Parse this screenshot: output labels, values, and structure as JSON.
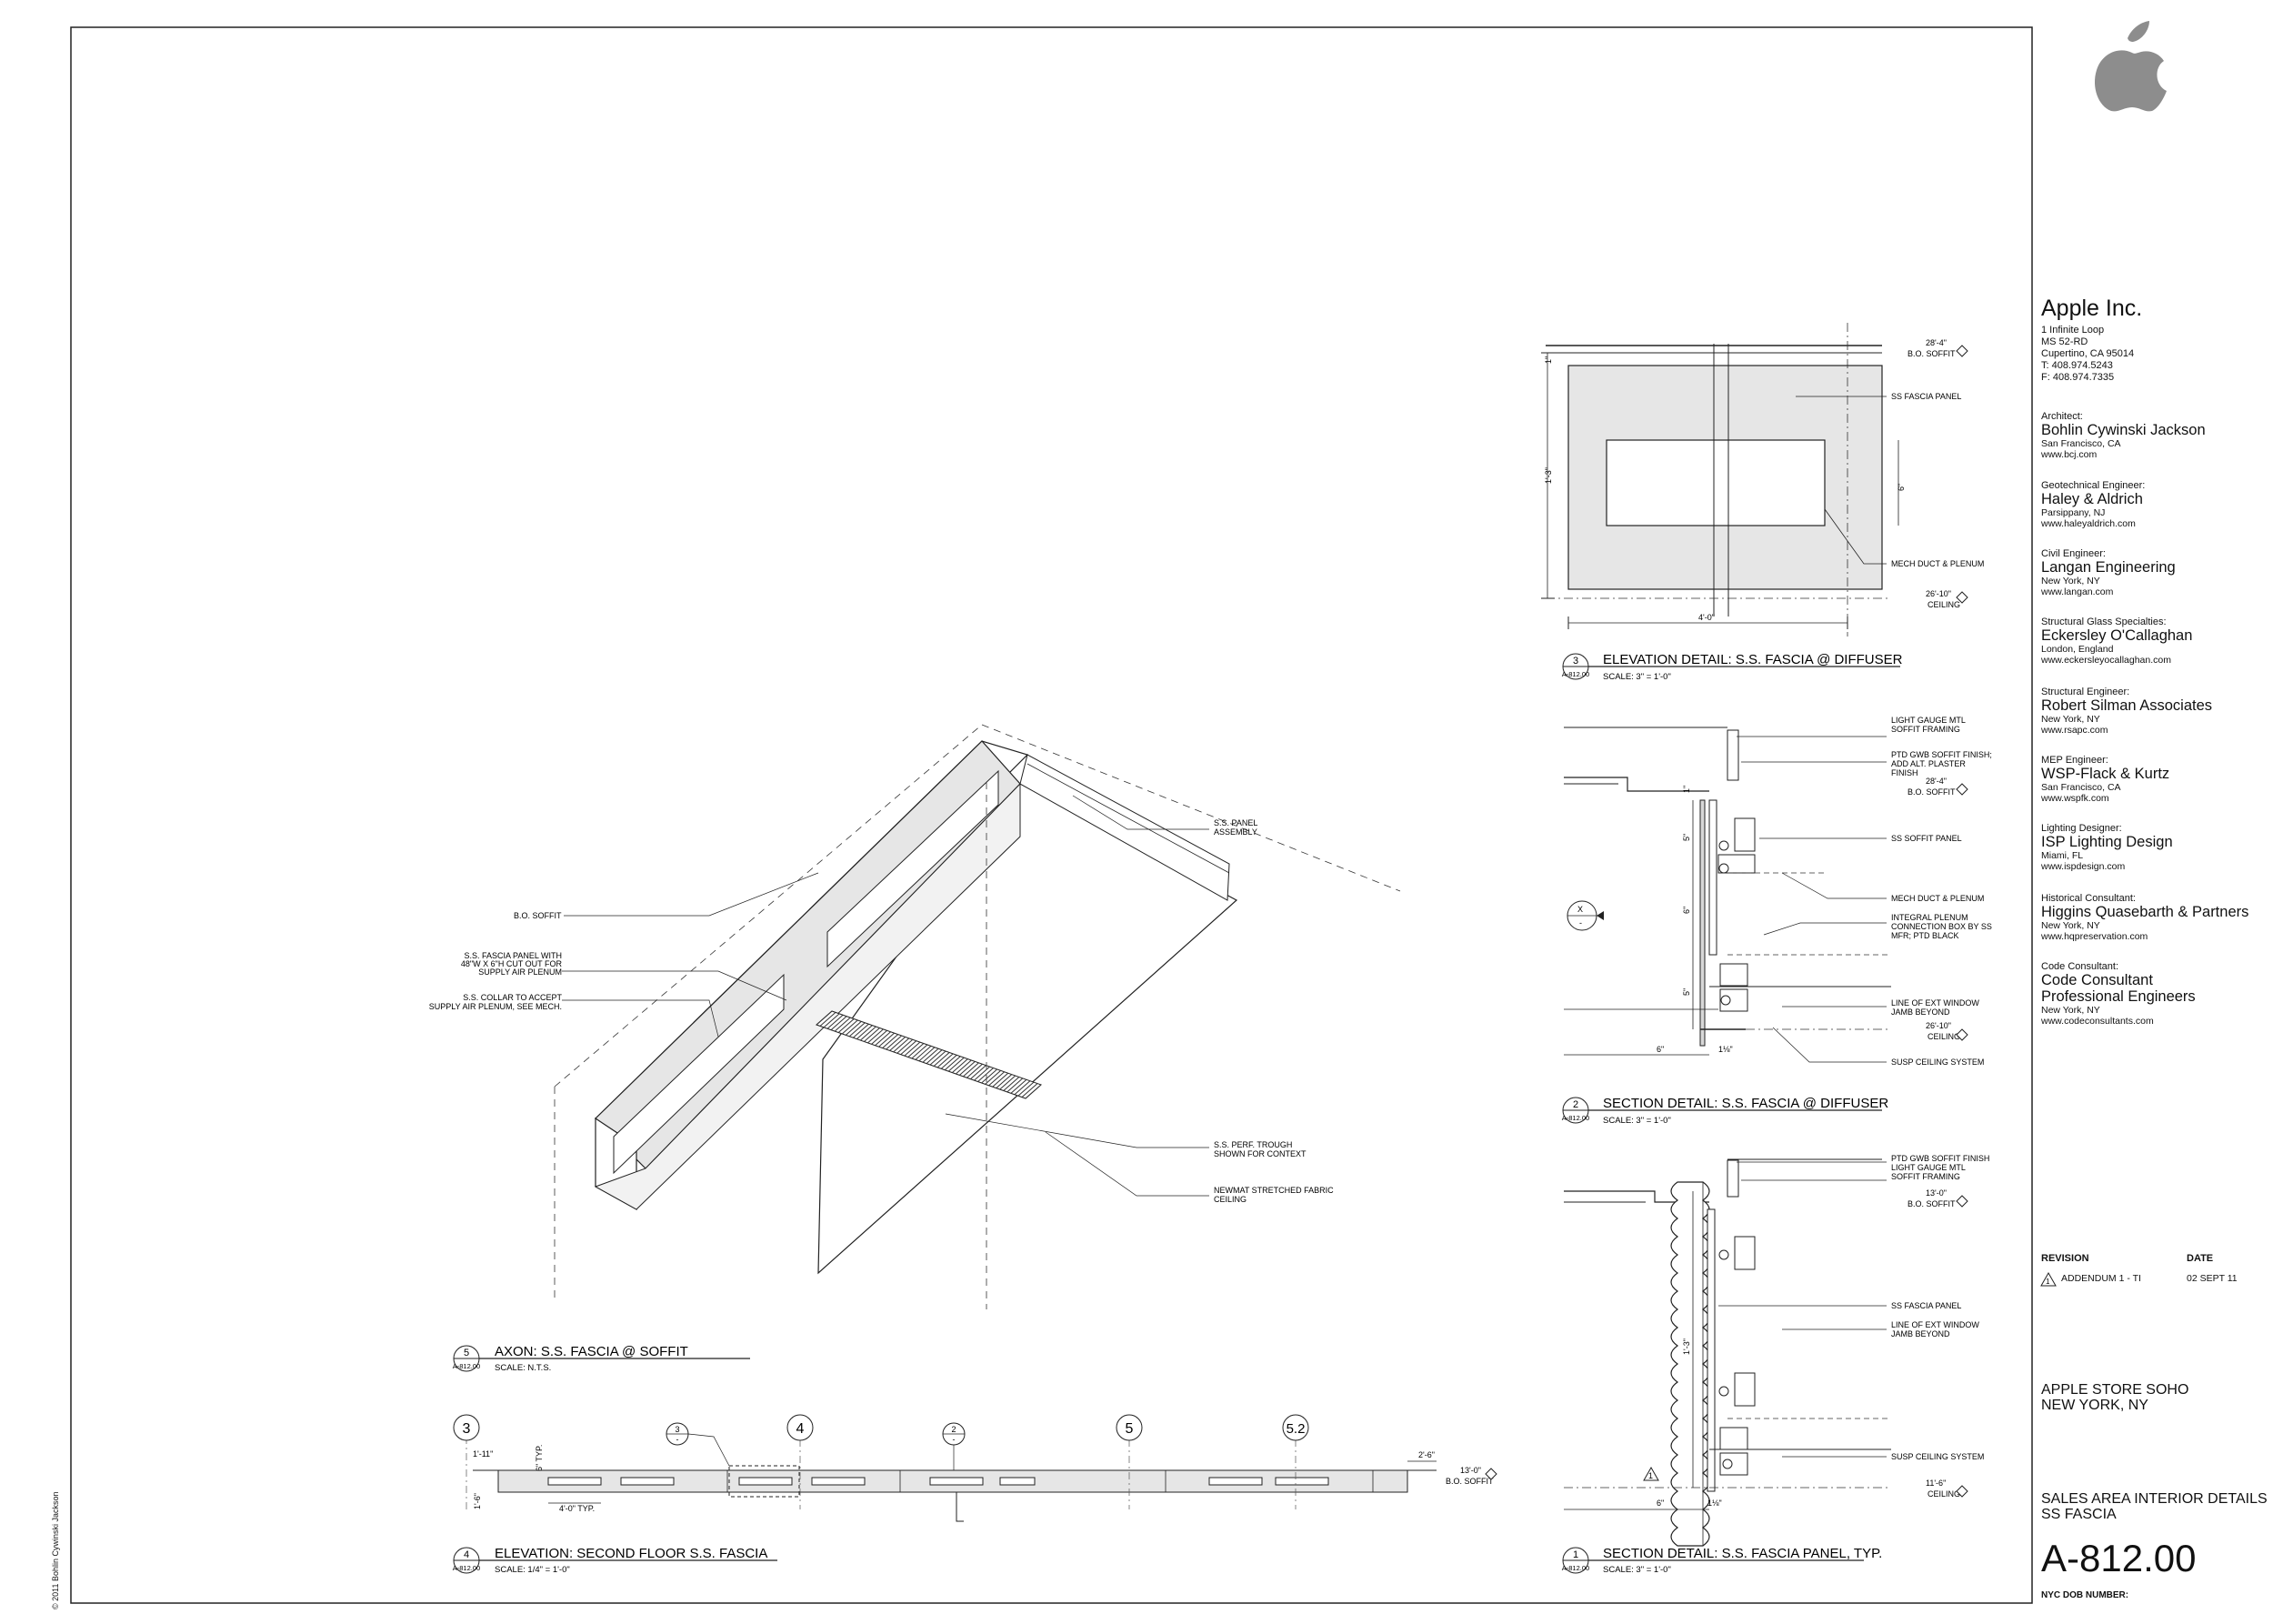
{
  "company": {
    "name": "Apple Inc.",
    "address": [
      "1 Infinite Loop",
      "MS 52-RD",
      "Cupertino, CA 95014",
      "T: 408.974.5243",
      "F: 408.974.7335"
    ]
  },
  "consultants": [
    {
      "role": "Architect:",
      "name": "Bohlin Cywinski Jackson",
      "location": "San Francisco, CA",
      "web": "www.bcj.com"
    },
    {
      "role": "Geotechnical Engineer:",
      "name": "Haley & Aldrich",
      "location": "Parsippany, NJ",
      "web": "www.haleyaldrich.com"
    },
    {
      "role": "Civil Engineer:",
      "name": "Langan Engineering",
      "location": "New York, NY",
      "web": "www.langan.com"
    },
    {
      "role": "Structural Glass Specialties:",
      "name": "Eckersley O'Callaghan",
      "location": "London, England",
      "web": "www.eckersleyocallaghan.com"
    },
    {
      "role": "Structural Engineer:",
      "name": "Robert Silman Associates",
      "location": "New York, NY",
      "web": "www.rsapc.com"
    },
    {
      "role": "MEP Engineer:",
      "name": "WSP-Flack & Kurtz",
      "location": "San Francisco, CA",
      "web": "www.wspfk.com"
    },
    {
      "role": "Lighting Designer:",
      "name": "ISP Lighting Design",
      "location": "Miami, FL",
      "web": "www.ispdesign.com"
    },
    {
      "role": "Historical Consultant:",
      "name": "Higgins Quasebarth & Partners",
      "location": "New York, NY",
      "web": "www.hqpreservation.com"
    },
    {
      "role": "Code Consultant:",
      "name": "Code Consultant Professional Engineers",
      "location": "New York, NY",
      "web": "www.codeconsultants.com"
    }
  ],
  "revision": {
    "header": "REVISION",
    "date_header": "DATE",
    "item": "ADDENDUM 1 - TI",
    "item_date": "02 SEPT 11",
    "mark": "1"
  },
  "project": {
    "line1": "APPLE STORE SOHO",
    "line2": "NEW YORK, NY"
  },
  "sheet_title": {
    "line1": "SALES AREA INTERIOR DETAILS",
    "line2": "SS FASCIA"
  },
  "sheet_number": "A-812.00",
  "dob_label": "NYC DOB NUMBER:",
  "copyright": "© 2011 Bohlin Cywinski Jackson",
  "details": {
    "d1": {
      "num": "1",
      "ref": "A-812.00",
      "title": "SECTION DETAIL: S.S. FASCIA PANEL, TYP.",
      "scale": "SCALE:  3\" = 1'-0\""
    },
    "d2": {
      "num": "2",
      "ref": "A-812.00",
      "title": "SECTION DETAIL: S.S. FASCIA @ DIFFUSER",
      "scale": "SCALE:  3\" = 1'-0\""
    },
    "d3": {
      "num": "3",
      "ref": "A-812.00",
      "title": "ELEVATION DETAIL: S.S. FASCIA @ DIFFUSER",
      "scale": "SCALE:  3\" = 1'-0\""
    },
    "d4": {
      "num": "4",
      "ref": "A-812.00",
      "title": "ELEVATION: SECOND FLOOR S.S. FASCIA",
      "scale": "SCALE:  1/4\" = 1'-0\""
    },
    "d5": {
      "num": "5",
      "ref": "A-812.00",
      "title": "AXON: S.S. FASCIA @ SOFFIT",
      "scale": "SCALE:  N.T.S."
    }
  },
  "axon_notes": {
    "panel_assembly": [
      "S.S. PANEL",
      "ASSEMBLY"
    ],
    "bo_soffit": "B.O. SOFFIT",
    "panel_cutout": [
      "S.S. FASCIA PANEL WITH",
      "48\"W X 6\"H CUT OUT FOR",
      "SUPPLY AIR PLENUM"
    ],
    "collar": [
      "S.S. COLLAR TO ACCEPT",
      "SUPPLY AIR PLENUM, SEE MECH."
    ],
    "trough": [
      "S.S. PERF. TROUGH",
      "SHOWN FOR CONTEXT"
    ],
    "newmat": [
      "NEWMAT STRETCHED FABRIC",
      "CEILING"
    ]
  },
  "d3_notes": {
    "dim_top": "28'-4\"",
    "bo_soffit": "B.O. SOFFIT",
    "ss_panel": "SS FASCIA PANEL",
    "mech": "MECH DUCT & PLENUM",
    "dim_ceiling": "26'-10\"",
    "ceiling": "CEILING",
    "dim_width": "4'-0\"",
    "dim_height": "1'-3\"",
    "dim_one": "1\"",
    "dim_six": "6\""
  },
  "d2_notes": {
    "gauge": [
      "LIGHT GAUGE MTL",
      "SOFFIT FRAMING"
    ],
    "gwb": [
      "PTD GWB SOFFIT FINISH;",
      "ADD ALT. PLASTER",
      "FINISH"
    ],
    "dim_top": "28'-4\"",
    "bo_soffit": "B.O. SOFFIT",
    "ss_soffit": "SS SOFFIT PANEL",
    "mech": "MECH DUCT & PLENUM",
    "plenum": [
      "INTEGRAL PLENUM",
      "CONNECTION BOX BY SS",
      "MFR; PTD BLACK"
    ],
    "window": [
      "LINE OF EXT WINDOW",
      "JAMB BEYOND"
    ],
    "dim_ceiling": "26'-10\"",
    "ceiling": "CEILING",
    "susp": "SUSP CEILING SYSTEM",
    "dim_w": "6\"",
    "dim_small": "1⅛\"",
    "dim_five": "5\"",
    "dim_six": "6\"",
    "dim_one": "1\"",
    "tag_top": "X",
    "tag_bottom": "-"
  },
  "d1_notes": {
    "gwb": "PTD GWB SOFFIT FINISH",
    "gauge": [
      "LIGHT GAUGE MTL",
      "SOFFIT FRAMING"
    ],
    "dim_top": "13'-0\"",
    "bo_soffit": "B.O. SOFFIT",
    "ss_panel": "SS FASCIA PANEL",
    "window": [
      "LINE OF EXT WINDOW",
      "JAMB BEYOND"
    ],
    "susp": "SUSP CEILING SYSTEM",
    "dim_ceiling": "11'-6\"",
    "ceiling": "CEILING",
    "dim_height": "1'-3\"",
    "dim_w": "6\"",
    "dim_small": "1⅛\"",
    "rev_mark": "1"
  },
  "d4_notes": {
    "grid": [
      "3",
      "4",
      "5",
      "5.2"
    ],
    "callout3": [
      "3",
      "-"
    ],
    "callout2": [
      "2",
      "-"
    ],
    "dim_11": "1'-11\"",
    "dim_6typ": "6\" TYP.",
    "dim_16": "1'-6\"",
    "dim_40typ": "4'-0\" TYP.",
    "dim_26": "2'-6\"",
    "dim_130": "13'-0\"",
    "bo_soffit": "B.O. SOFFIT"
  }
}
